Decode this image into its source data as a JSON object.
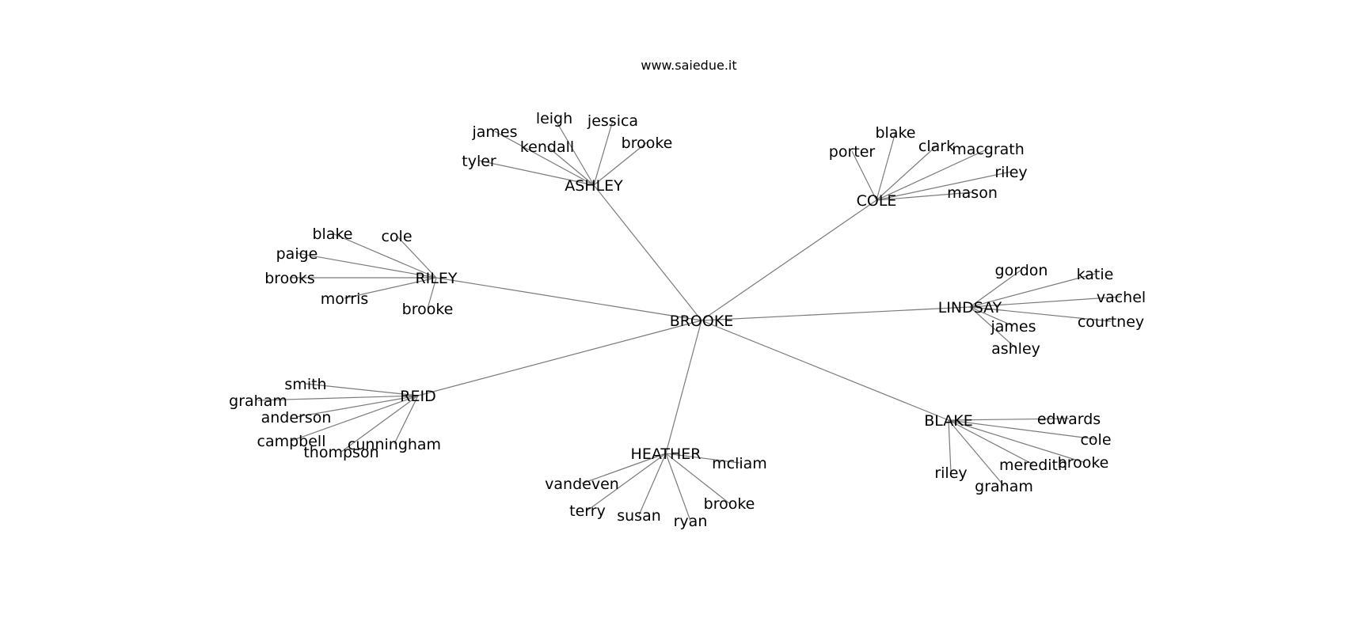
{
  "title": "www.saiedue.it",
  "colors": {
    "edge": "#7a7a7a",
    "text": "#000000",
    "background": "#ffffff"
  },
  "graph": {
    "center": "BROOKE",
    "hubs": [
      {
        "name": "ASHLEY",
        "children": [
          "leigh",
          "jessica",
          "james",
          "kendall",
          "brooke",
          "tyler"
        ]
      },
      {
        "name": "COLE",
        "children": [
          "blake",
          "porter",
          "clark",
          "macgrath",
          "riley",
          "mason"
        ]
      },
      {
        "name": "RILEY",
        "children": [
          "blake",
          "cole",
          "paige",
          "brooks",
          "morris",
          "brooke"
        ]
      },
      {
        "name": "LINDSAY",
        "children": [
          "gordon",
          "katie",
          "vachel",
          "courtney",
          "james",
          "ashley"
        ]
      },
      {
        "name": "REID",
        "children": [
          "smith",
          "graham",
          "anderson",
          "campbell",
          "thompson",
          "cunningham"
        ]
      },
      {
        "name": "HEATHER",
        "children": [
          "mcliam",
          "vandeven",
          "terry",
          "susan",
          "ryan",
          "brooke"
        ]
      },
      {
        "name": "BLAKE",
        "children": [
          "edwards",
          "cole",
          "meredith",
          "brooke",
          "riley",
          "graham"
        ]
      }
    ]
  }
}
